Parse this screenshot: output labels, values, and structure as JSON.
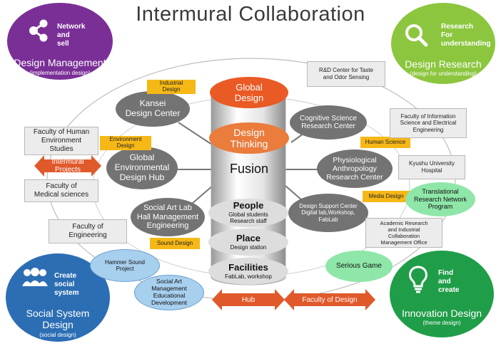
{
  "title": "Intermural Collaboration",
  "corners": {
    "design_management": {
      "tag": [
        "Network",
        "and",
        "sell"
      ],
      "heading": "Design Management",
      "sub": "(implementation design)",
      "icon": "share-icon",
      "color": "#7a2f96"
    },
    "design_research": {
      "tag": [
        "Research",
        "For",
        "understanding"
      ],
      "heading": "Design Research",
      "sub": "(design for understanding)",
      "icon": "magnifier-icon",
      "color": "#8cc63f"
    },
    "social_system_design": {
      "tag": [
        "Create",
        "social",
        "system"
      ],
      "heading": [
        "Social System",
        "Design"
      ],
      "sub": "(social design)",
      "icon": "people-icon",
      "color": "#2c6eb4"
    },
    "innovation_design": {
      "tag": [
        "Find",
        "and",
        "create"
      ],
      "heading": "Innovation Design",
      "sub": "(theme design)",
      "icon": "lightbulb-icon",
      "color": "#1f9d48"
    }
  },
  "cylinder": {
    "global_design": [
      "Global",
      "Design"
    ],
    "design_thinking": [
      "Design",
      "Thinking"
    ],
    "fusion": "Fusion",
    "people": {
      "title": "People",
      "lines": [
        "Global students",
        "Research staff"
      ]
    },
    "place": {
      "title": "Place",
      "lines": [
        "Design station"
      ]
    },
    "facilities": {
      "title": "Facilities",
      "lines": [
        "FabLab, workshop"
      ]
    }
  },
  "hubs_left": {
    "kansei": [
      "Kansei",
      "Design Center"
    ],
    "global_env": [
      "Global",
      "Environmental",
      "Design Hub"
    ],
    "social_art": [
      "Social Art Lab",
      "Hall Management",
      "Engineering"
    ]
  },
  "hubs_right": {
    "cognitive": [
      "Cognitive Science",
      "Research Center"
    ],
    "physiological": [
      "Physiological",
      "Anthropology",
      "Research Center"
    ],
    "design_support": [
      "Design Support Center",
      "Digital lab,Workshop,",
      "FabLab"
    ]
  },
  "yellow_labels": {
    "industrial": [
      "Industrial",
      "Design"
    ],
    "environment": [
      "Environment",
      "Design"
    ],
    "sound": [
      "Sound Design"
    ],
    "human_science": [
      "Human Science"
    ],
    "media": [
      "Media Design"
    ]
  },
  "boxes": {
    "rd_center": [
      "R&D Center for Taste",
      "and Odor Sensing"
    ],
    "info_science": [
      "Faculty of Information",
      "Science and Electrical",
      "Engineering"
    ],
    "kyushu_hospital": [
      "Kyushu University",
      "Hospital"
    ],
    "human_env": [
      "Faculty of Human",
      "Environment",
      "Studies"
    ],
    "medical": [
      "Faculty of",
      "Medical sciences"
    ],
    "engineering": [
      "Faculty of",
      "Engineering"
    ],
    "academic_research": [
      "Academic Research",
      "and Industrial",
      "Collaboration",
      "Management Office"
    ]
  },
  "ellipses": {
    "translational": [
      "Translational",
      "Research Network",
      "Program"
    ],
    "serious_game": [
      "Serious Game"
    ],
    "hammer_sound": [
      "Hammer Sound",
      "Project"
    ],
    "social_art_mgmt": [
      "Social Art",
      "Management",
      "Educational",
      "Development"
    ]
  },
  "arrows": {
    "intermural": [
      "Intermural",
      "Projects"
    ],
    "hub": "Hub",
    "faculty_of_design": "Faculty of Design"
  }
}
